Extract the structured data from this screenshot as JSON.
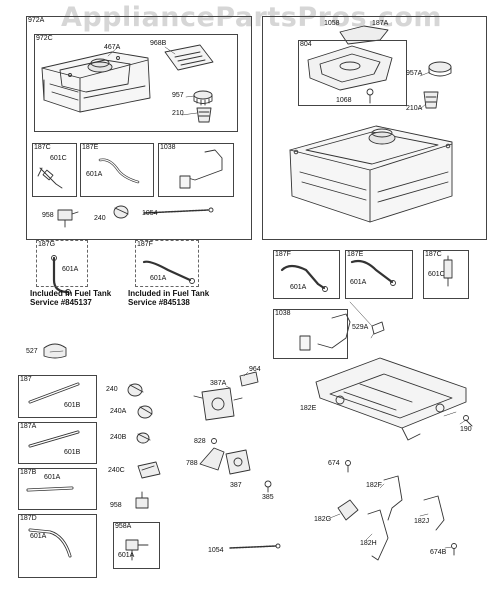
{
  "watermark": "AppliancePartsPros.com",
  "boxes": {
    "b972A": "972A",
    "b972C": "972C",
    "b187C_left": "187C",
    "b187E_left": "187E",
    "b1038_left": "1038",
    "b187G": "187G",
    "b187F_left": "187F",
    "b804": "804",
    "b187F_right": "187F",
    "b187E_right": "187E",
    "b187C_right": "187C",
    "b1038_right": "1038",
    "b187": "187",
    "b187A": "187A",
    "b187B": "187B",
    "b187D": "187D",
    "b958A": "958A"
  },
  "parts": {
    "p467A": "467A",
    "p968B": "968B",
    "p957_left": "957",
    "p210": "210",
    "p601C_left": "601C",
    "p601A_187E": "601A",
    "p958_top": "958",
    "p240_top": "240",
    "p1054_top": "1054",
    "p601A_187G": "601A",
    "p601A_187F": "601A",
    "p1058": "1058",
    "p957A": "957A",
    "p210A": "210A",
    "p1068": "1068",
    "p601A_r187F": "601A",
    "p601A_r187E": "601A",
    "p601C_right": "601C",
    "p529A": "529A",
    "p527": "527",
    "p601B_187": "601B",
    "p601B_187A": "601B",
    "p601A_187B": "601A",
    "p601A_187D": "601A",
    "p601A_958A": "601A",
    "p240": "240",
    "p240A": "240A",
    "p240B": "240B",
    "p240C": "240C",
    "p958": "958",
    "p387A": "387A",
    "p964": "964",
    "p828": "828",
    "p788": "788",
    "p387": "387",
    "p385": "385",
    "p1054": "1054",
    "p182E": "182E",
    "p190": "190",
    "p674": "674",
    "p182F": "182F",
    "p182G": "182G",
    "p182H": "182H",
    "p182J": "182J",
    "p674B": "674B",
    "p187A_top": "187A"
  },
  "notes": {
    "n1": "Included in Fuel Tank",
    "n1b": "Service #845137",
    "n2": "Included in Fuel Tank",
    "n2b": "Service #845138"
  }
}
